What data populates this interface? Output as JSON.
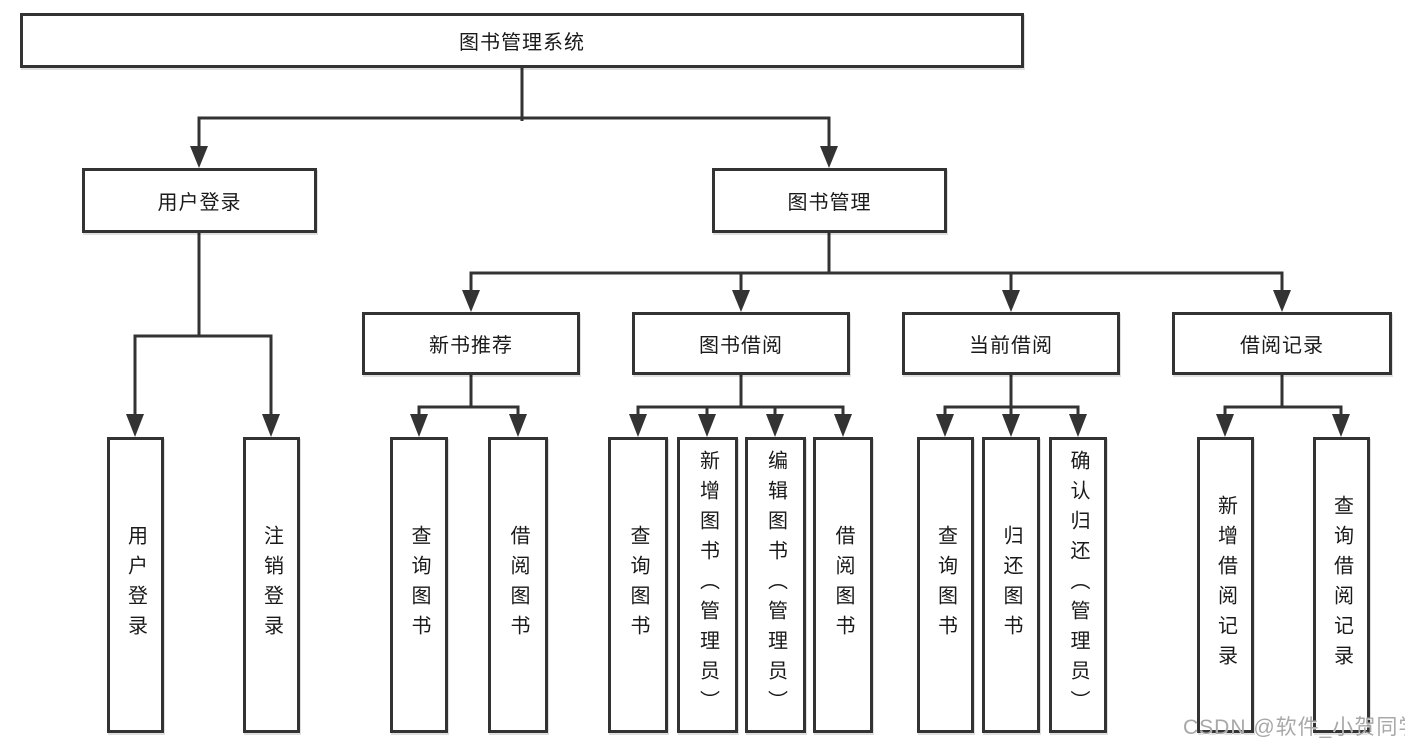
{
  "nodes": {
    "root": "图书管理系统",
    "user_login": "用户登录",
    "book_management": "图书管理",
    "user_login_action": "用户登录",
    "logout_action": "注销登录",
    "new_book_recommend": "新书推荐",
    "nb_query_book": "查询图书",
    "nb_borrow_book": "借阅图书",
    "book_borrow": "图书借阅",
    "bb_query_book": "查询图书",
    "bb_add_book": "新增图书（管理员）",
    "bb_edit_book": "编辑图书（管理员）",
    "bb_borrow_book": "借阅图书",
    "current_borrow": "当前借阅",
    "cb_query_book": "查询图书",
    "cb_return_book": "归还图书",
    "cb_confirm_return": "确认归还（管理员）",
    "borrow_record": "借阅记录",
    "br_add_record": "新增借阅记录",
    "br_query_record": "查询借阅记录"
  },
  "hierarchy": {
    "图书管理系统": {
      "用户登录": [
        "用户登录",
        "注销登录"
      ],
      "图书管理": {
        "新书推荐": [
          "查询图书",
          "借阅图书"
        ],
        "图书借阅": [
          "查询图书",
          "新增图书（管理员）",
          "编辑图书（管理员）",
          "借阅图书"
        ],
        "当前借阅": [
          "查询图书",
          "归还图书",
          "确认归还（管理员）"
        ],
        "借阅记录": [
          "新增借阅记录",
          "查询借阅记录"
        ]
      }
    }
  },
  "watermark": "CSDN @软件_小贺同学",
  "colors": {
    "line": "#333333",
    "box_border": "#333333",
    "text": "#1a1a1a",
    "watermark": "#a8a8a8",
    "background": "#ffffff"
  }
}
